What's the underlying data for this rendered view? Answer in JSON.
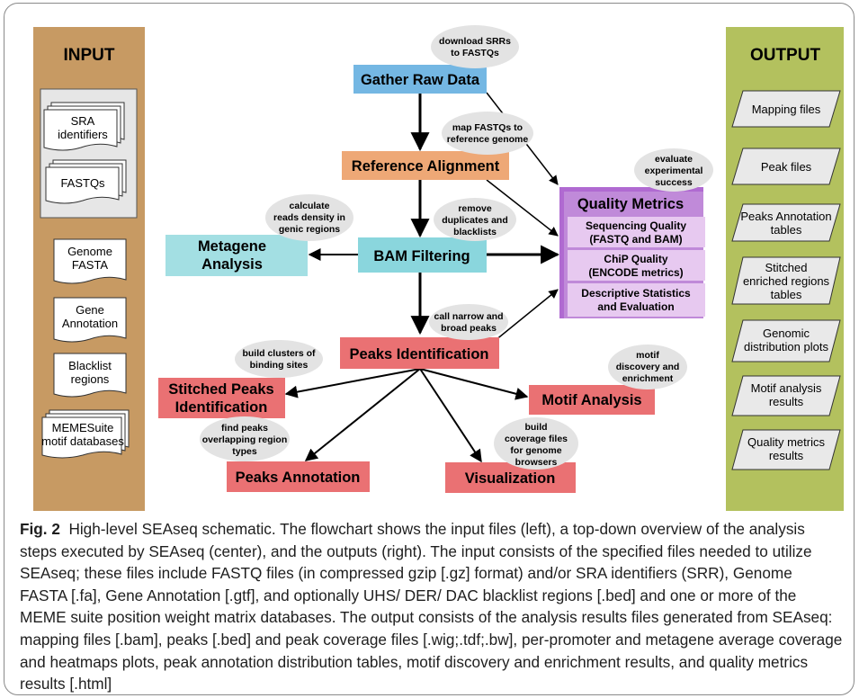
{
  "input": {
    "title": "INPUT",
    "items": [
      "SRA identifiers",
      "FASTQs",
      "Genome FASTA",
      "Gene Annotation",
      "Blacklist regions",
      "MEMESuite motif databases"
    ]
  },
  "output": {
    "title": "OUTPUT",
    "items": [
      "Mapping files",
      "Peak files",
      "Peaks Annotation tables",
      "Stitched enriched regions tables",
      "Genomic distribution plots",
      "Motif analysis results",
      "Quality metrics results"
    ]
  },
  "steps": {
    "gather": "Gather Raw Data",
    "align": "Reference Alignment",
    "bam": "BAM Filtering",
    "metagene": "Metagene Analysis",
    "peaks": "Peaks Identification",
    "stitched": "Stitched Peaks Identification",
    "motif": "Motif Analysis",
    "annotation": "Peaks Annotation",
    "visualization": "Visualization"
  },
  "quality": {
    "title": "Quality Metrics",
    "items": [
      "Sequencing Quality (FASTQ and BAM)",
      "ChiP Quality (ENCODE metrics)",
      "Descriptive Statistics and Evaluation"
    ]
  },
  "notes": {
    "download": "download SRRs to FASTQs",
    "map": "map FASTQs to reference genome",
    "evaluate": "evaluate experimental success",
    "density": "calculate reads density in genic regions",
    "remove": "remove duplicates and blacklists",
    "call": "call narrow and broad peaks",
    "clusters": "build clusters of binding sites",
    "motifdisc": "motif discovery and enrichment",
    "overlap": "find peaks overlapping region types",
    "coverage": "build coverage files for genome browsers"
  },
  "caption": {
    "label": "Fig. 2",
    "text": "High-level SEAseq schematic. The flowchart shows the input files (left), a top-down overview of the analysis steps executed by SEAseq (center), and the outputs (right). The input consists of the specified files needed to utilize SEAseq; these files include FASTQ files (in compressed gzip [.gz] format) and/or SRA identifiers (SRR), Genome FASTA [.fa], Gene Annotation [.gtf], and optionally UHS/ DER/ DAC blacklist regions [.bed] and one or more of the MEME suite position weight matrix databases. The output consists of the analysis results files generated from SEAseq: mapping files [.bam], peaks [.bed] and peak coverage files [.wig;.tdf;.bw], per-promoter and metagene average coverage and heatmaps plots, peak annotation distribution tables, motif discovery and enrichment results, and quality metrics results [.html]"
  },
  "colors": {
    "input_panel": "#c79a63",
    "output_panel": "#b3c15e",
    "gather": "#74b7e3",
    "align": "#eea876",
    "bam": "#8ad6dd",
    "metagene": "#a3dfe3",
    "peaks": "#ea7173",
    "quality_header": "#b06ad1",
    "quality_item": "#e7c9f0",
    "note": "#e3e3e3"
  }
}
